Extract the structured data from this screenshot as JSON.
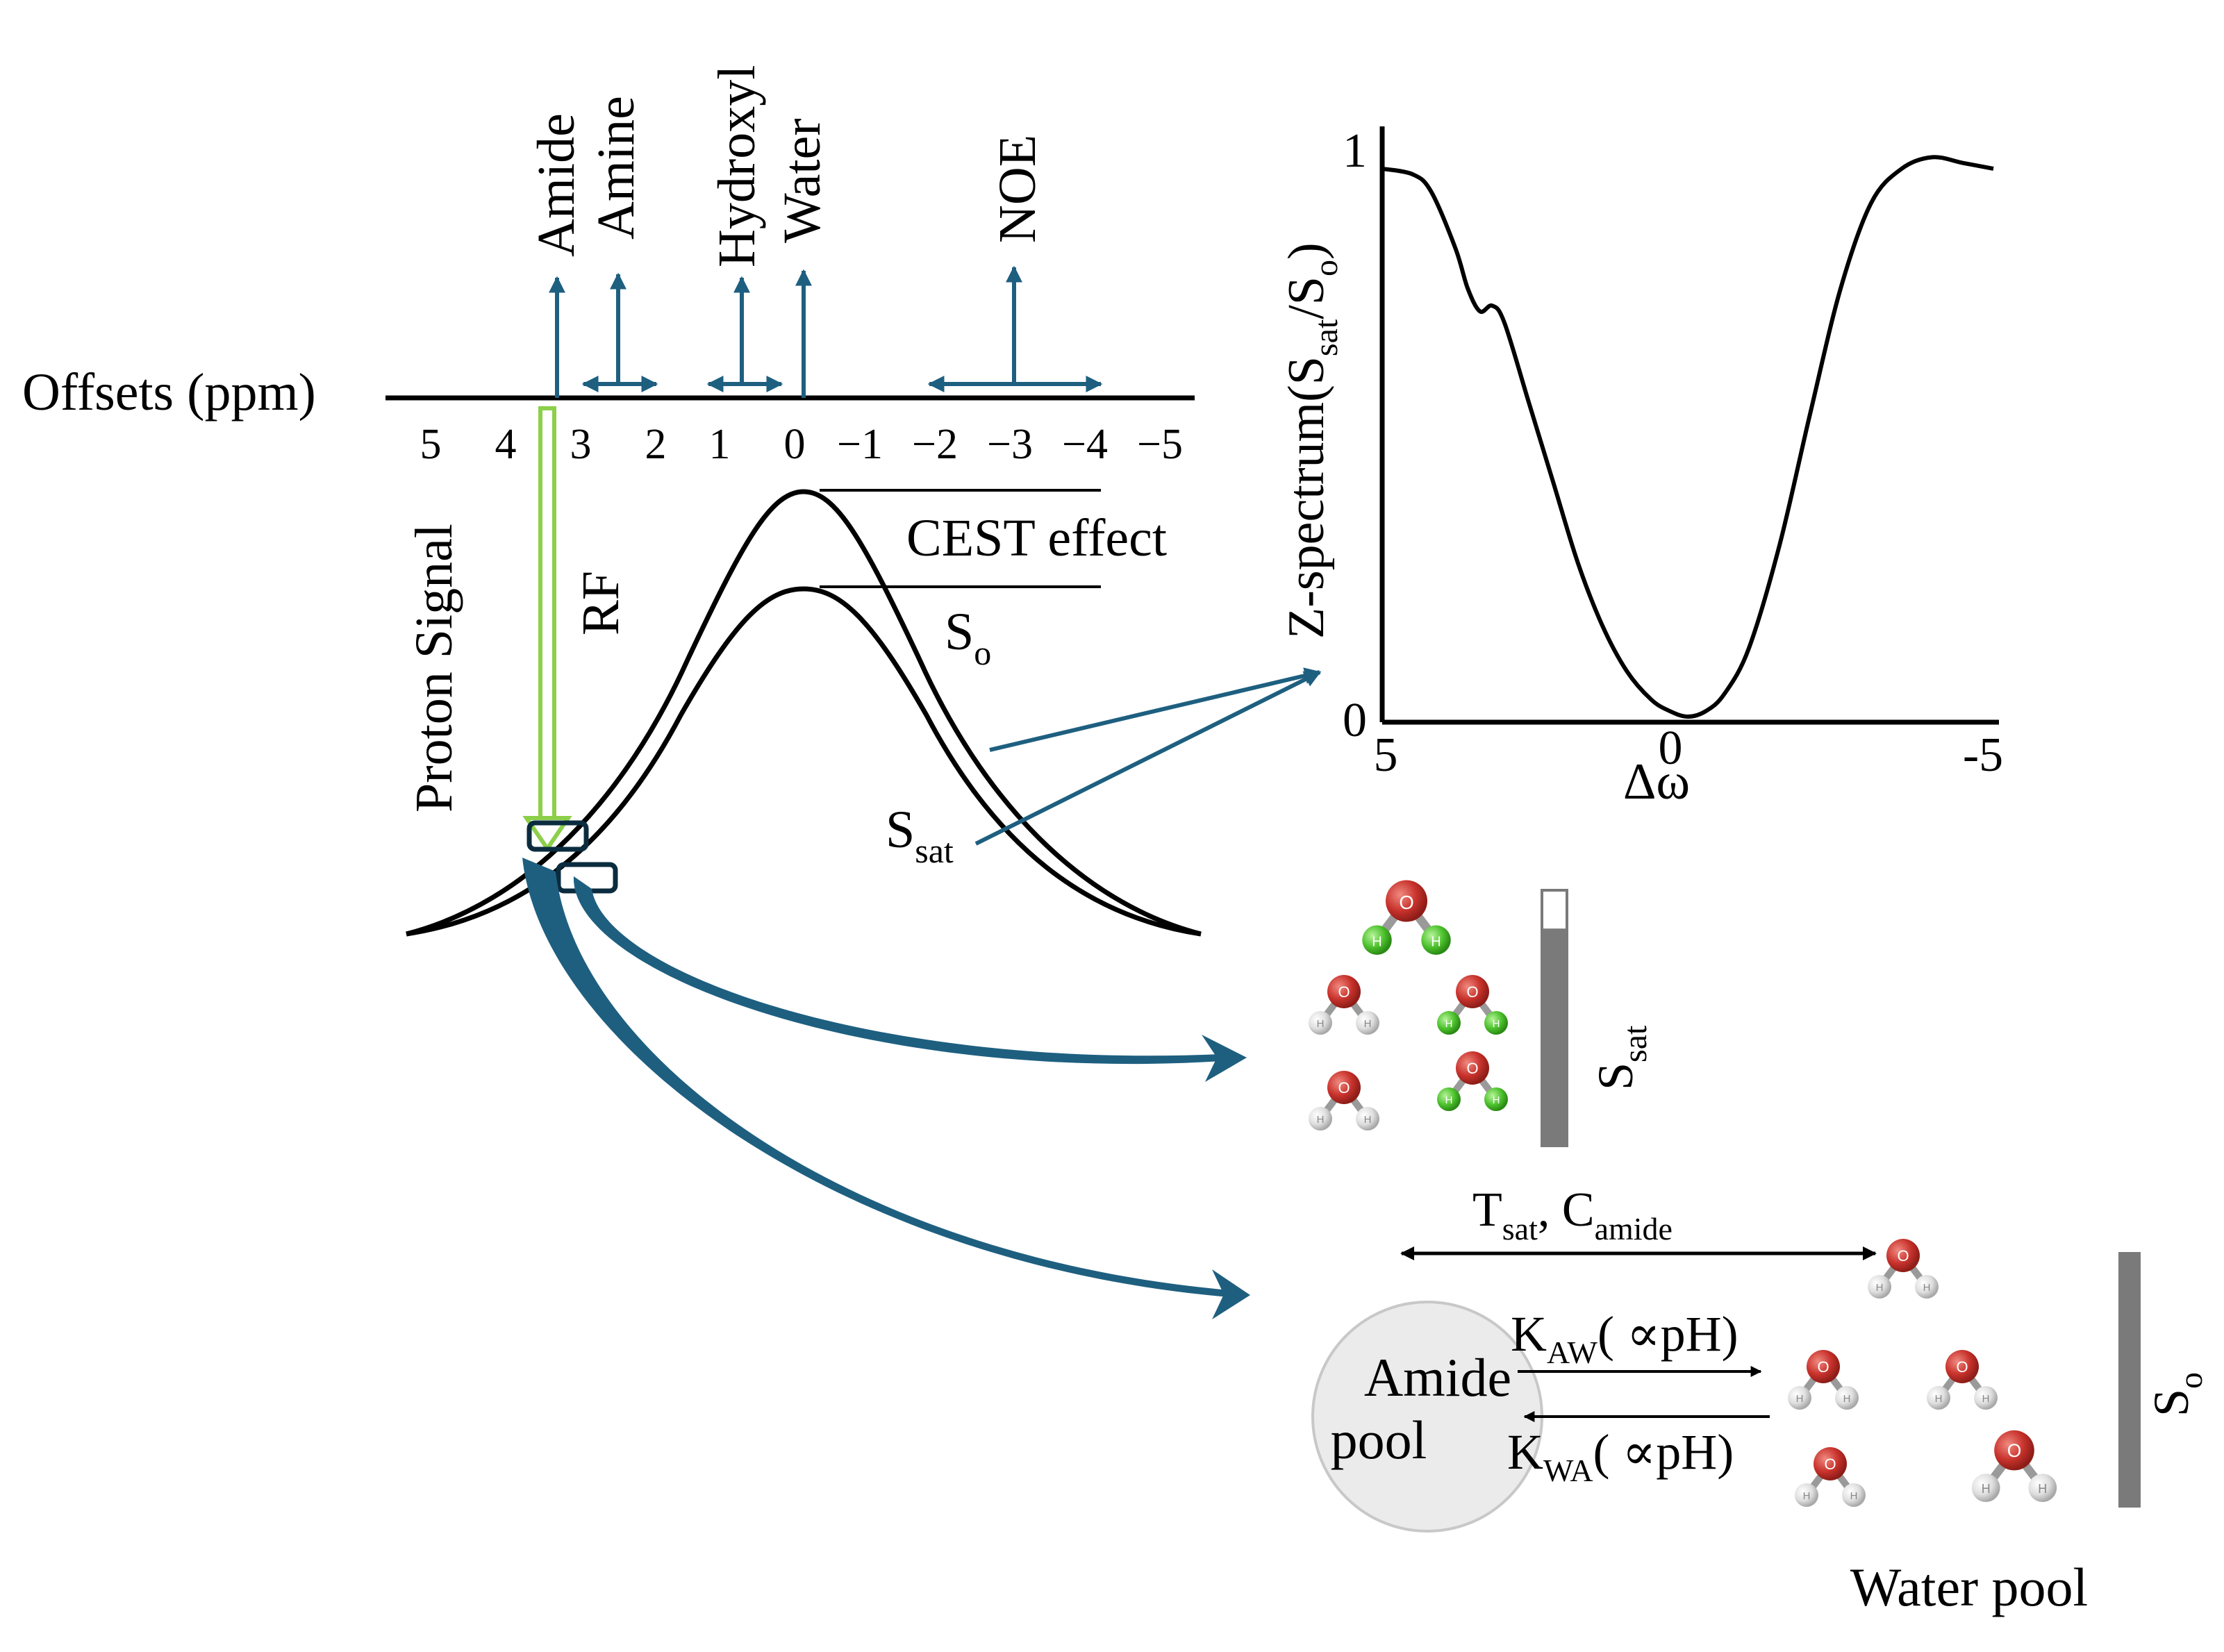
{
  "offset_axis": {
    "label": "Offsets (ppm)",
    "ticks": [
      "5",
      "4",
      "3",
      "2",
      "1",
      "0",
      "−1",
      "−2",
      "−3",
      "−4",
      "−5"
    ],
    "peaks": [
      {
        "label": "Amide"
      },
      {
        "label": "Amine"
      },
      {
        "label": "Hydroxyl"
      },
      {
        "label": "Water"
      },
      {
        "label": "NOE"
      }
    ]
  },
  "spectrum_panel": {
    "y_label": "Proton Signal",
    "rf_label": "RF",
    "cest_label": "CEST effect",
    "s0_label": "S",
    "s0_sub": "o",
    "ssat_label": "S",
    "ssat_sub": "sat"
  },
  "chart_data": {
    "type": "line",
    "ylabel_prefix": "Z-spectrum(S",
    "ylabel_sub1": "sat",
    "ylabel_mid": "/S",
    "ylabel_sub2": "o",
    "ylabel_suffix": ")",
    "xlabel": "Δω",
    "x_ticks": [
      "5",
      "0",
      "-5"
    ],
    "y_ticks": [
      "1",
      "0"
    ],
    "xlim": [
      5,
      -5
    ],
    "ylim": [
      0,
      1
    ],
    "series": [
      {
        "x": [
          5.0,
          4.5,
          4.2,
          3.8,
          3.6,
          3.4,
          3.2,
          3.0,
          2.6,
          2.2,
          1.8,
          1.4,
          1.0,
          0.6,
          0.3,
          0.0,
          -0.3,
          -0.6,
          -1.0,
          -1.5,
          -2.0,
          -2.5,
          -3.0,
          -3.5,
          -4.0,
          -4.5,
          -5.0
        ],
        "y": [
          0.96,
          0.95,
          0.92,
          0.82,
          0.75,
          0.71,
          0.72,
          0.69,
          0.55,
          0.41,
          0.27,
          0.16,
          0.08,
          0.03,
          0.01,
          0.0,
          0.01,
          0.04,
          0.12,
          0.3,
          0.53,
          0.75,
          0.9,
          0.96,
          0.98,
          0.97,
          0.96
        ]
      }
    ]
  },
  "saturation": {
    "label": "S",
    "label_sub": "sat",
    "level": 0.85
  },
  "exchange": {
    "top_label": "T",
    "top_sub1": "sat",
    "top_mid": ", C",
    "top_sub2": "amide",
    "pool_line1": "Amide",
    "pool_line2": "pool",
    "kaw": "K",
    "kaw_sub": "AW",
    "kaw_suffix": "( ∝pH)",
    "kwa": "K",
    "kwa_sub": "WA",
    "kwa_suffix": "( ∝pH)",
    "water_label": "Water pool",
    "s0_label": "S",
    "s0_sub": "o"
  },
  "molecule_atoms": {
    "oxygen": "O",
    "hydrogen": "H"
  },
  "colors": {
    "arrow_blue": "#1e5f80",
    "rf_green": "#8ccf4a",
    "oxygen_red": "#c8322c",
    "labeled_h_green": "#4ec22e",
    "plain_h_gray": "#d6d6d6",
    "bar_gray": "#7a7a7a",
    "pool_fill": "#ebebeb"
  }
}
